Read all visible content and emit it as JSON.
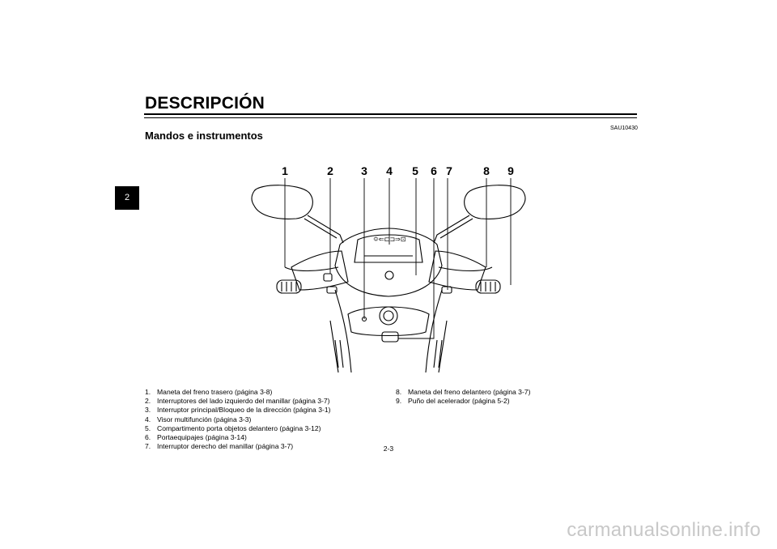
{
  "header": {
    "title": "DESCRIPCIÓN",
    "ref_code": "SAU10430",
    "section": "Mandos e instrumentos",
    "chapter_tab": "2"
  },
  "figure": {
    "callouts": [
      "1",
      "2",
      "3",
      "4",
      "5",
      "6",
      "7",
      "8",
      "9"
    ],
    "meter_marks": "🌣⇐⊏⊐⇒⊡"
  },
  "legend": {
    "left": [
      {
        "num": "1.",
        "text": "Maneta del freno trasero (página 3-8)"
      },
      {
        "num": "2.",
        "text": "Interruptores del lado izquierdo del manillar (página 3-7)"
      },
      {
        "num": "3.",
        "text": "Interruptor principal/Bloqueo de la dirección (página 3-1)"
      },
      {
        "num": "4.",
        "text": "Visor multifunción (página 3-3)"
      },
      {
        "num": "5.",
        "text": "Compartimento porta objetos delantero (página 3-12)"
      },
      {
        "num": "6.",
        "text": "Portaequipajes (página 3-14)"
      },
      {
        "num": "7.",
        "text": "Interruptor derecho del manillar (página 3-7)"
      }
    ],
    "right": [
      {
        "num": "8.",
        "text": "Maneta del freno delantero (página 3-7)"
      },
      {
        "num": "9.",
        "text": "Puño del acelerador (página 5-2)"
      }
    ]
  },
  "footer": {
    "page_number": "2-3",
    "watermark": "carmanualsonline.info"
  }
}
